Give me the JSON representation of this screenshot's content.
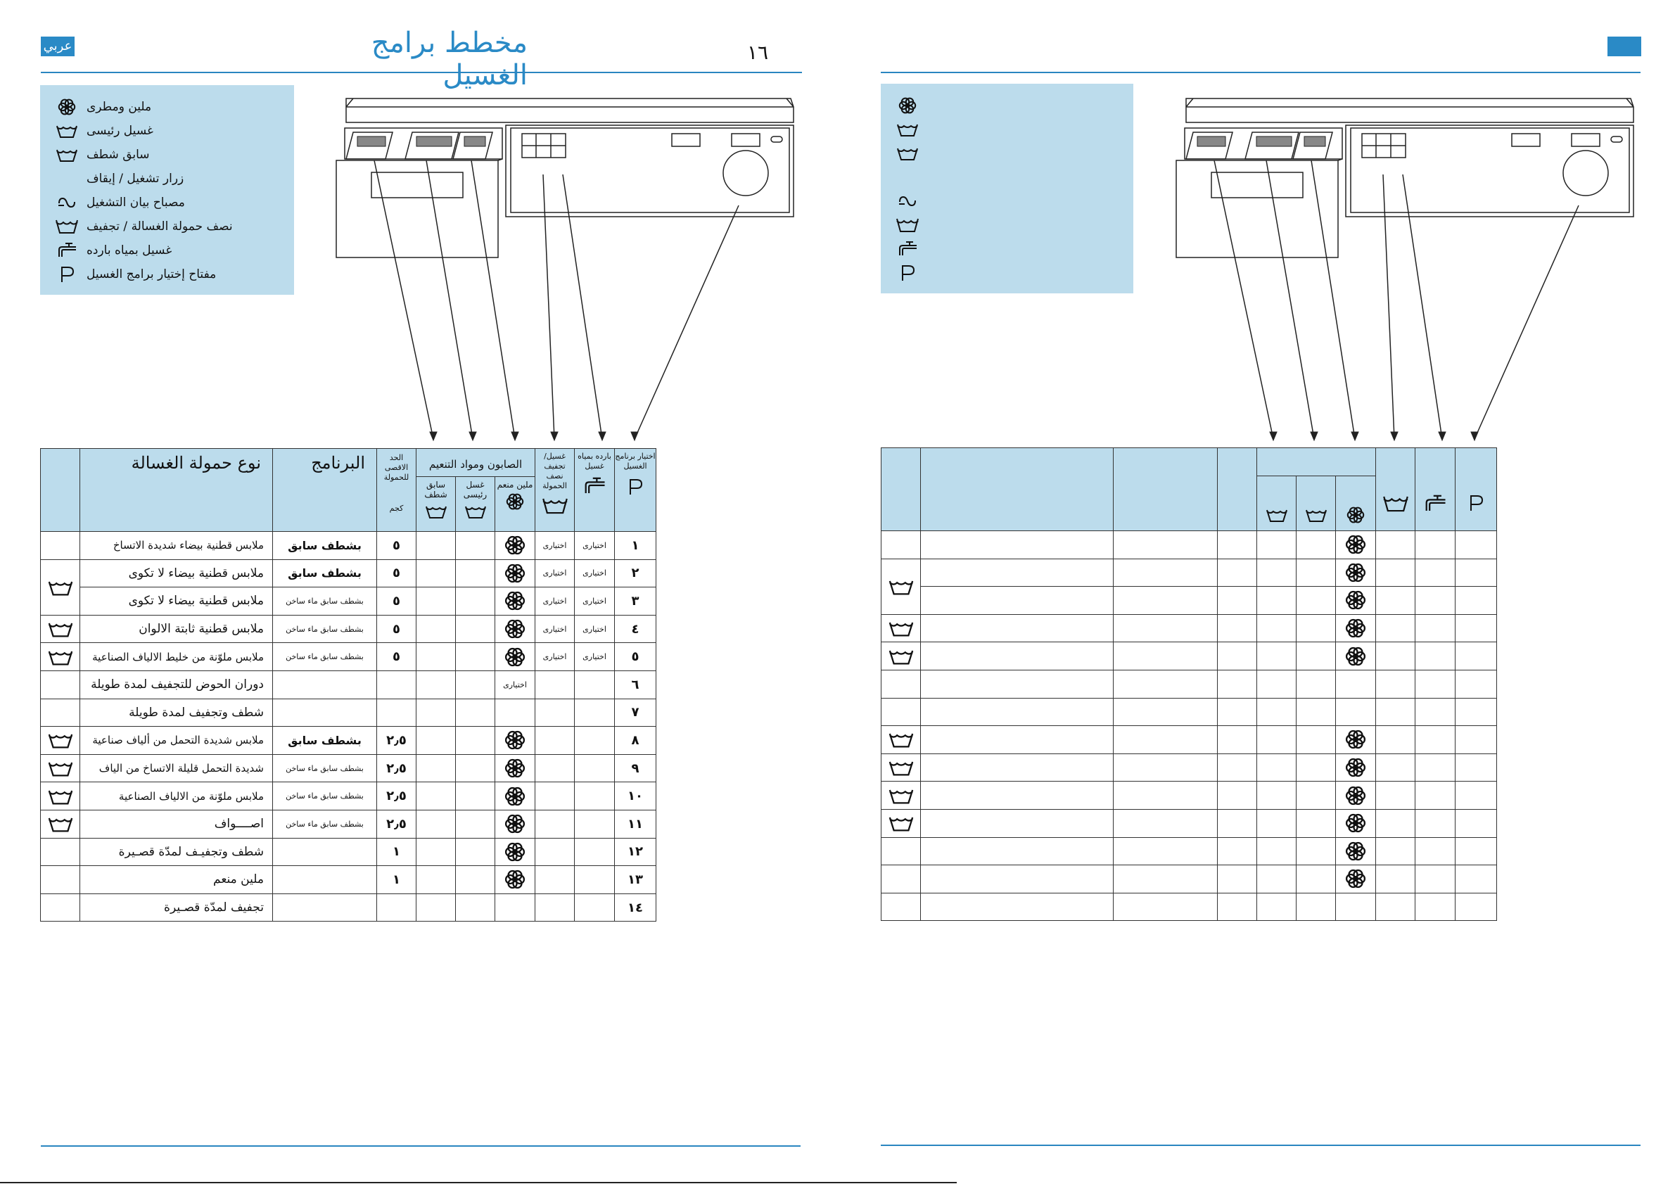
{
  "header": {
    "left_badge": "عربي",
    "title": "مخطط برامج الغسيل",
    "page_number": "١٦"
  },
  "legend": [
    {
      "icon": "softener-flower-icon",
      "label": "ملين ومطرى"
    },
    {
      "icon": "main-wash-tub-icon",
      "label": "غسيل رئيسى"
    },
    {
      "icon": "pre-wash-tub-icon",
      "label": "سابق شطف"
    },
    {
      "icon": "",
      "label": "زرار تشغيل / إيقاف"
    },
    {
      "icon": "power-lamp-icon",
      "label": "مصباح بيان التشغيل"
    },
    {
      "icon": "half-load-tub-icon",
      "label": "نصف حمولة الغسالة / تجفيف"
    },
    {
      "icon": "cold-water-tap-icon",
      "label": "غسيل بمياه بارده"
    },
    {
      "icon": "program-p-icon",
      "label": "مفتاح إختيار برامج الغسيل"
    }
  ],
  "table_header": {
    "load_type": "نوع حمولة الغسالة",
    "program": "البرنامج",
    "max_load": "الحد الاقصى للحمولة",
    "max_load_unit": "كجم",
    "detergents": "الصابون ومواد التنعيم",
    "prewash": "سابق شطف",
    "mainwash": "غسل رئيسى",
    "softener": "ملين منعم",
    "halfload": "غسيل/ تجفيف نصف الحمولة",
    "coldwash": "بارده بمياه غسيل",
    "select": "اختيار برنامج الغسيل",
    "p_symbol": "P"
  },
  "rows": [
    {
      "n": "١",
      "type": "ملابس قطنية بيضاء شديدة الاتساخ",
      "program": "بشطف سابق",
      "program_small": false,
      "load": "٥",
      "soft": true,
      "half": "اختيارى",
      "cold": "اختيارى",
      "care": false
    },
    {
      "n": "٢",
      "type": "ملابس قطنية بيضاء لا تكوى",
      "program": "بشطف سابق",
      "program_small": false,
      "load": "٥",
      "soft": true,
      "half": "اختيارى",
      "cold": "اختيارى",
      "care": true,
      "care_span": 2
    },
    {
      "n": "٣",
      "type": "ملابس قطنية بيضاء لا تكوى",
      "program": "بشطف سابق ماء ساخن",
      "program_small": true,
      "load": "٥",
      "soft": true,
      "half": "اختيارى",
      "cold": "اختيارى",
      "care": null
    },
    {
      "n": "٤",
      "type": "ملابس قطنية ثابتة الالوان",
      "program": "بشطف سابق ماء ساخن",
      "program_small": true,
      "load": "٥",
      "soft": true,
      "half": "اختيارى",
      "cold": "اختيارى",
      "care": true
    },
    {
      "n": "٥",
      "type": "ملابس ملوّنة من خليط الالياف الصناعية",
      "program": "بشطف سابق ماء ساخن",
      "program_small": true,
      "load": "٥",
      "soft": true,
      "half": "اختيارى",
      "cold": "اختيارى",
      "care": true
    },
    {
      "n": "٦",
      "type": "دوران الحوض للتجفيف لمدة طويلة",
      "program": "",
      "program_small": false,
      "load": "",
      "soft": false,
      "soft_text": "اختيارى",
      "half": "",
      "cold": "",
      "care": false
    },
    {
      "n": "٧",
      "type": "شطف وتجفيف لمدة طويلة",
      "program": "",
      "program_small": false,
      "load": "",
      "soft": false,
      "half": "",
      "cold": "",
      "care": false
    },
    {
      "n": "٨",
      "type": "ملابس شديدة التحمل من ألياف صناعية",
      "program": "بشطف سابق",
      "program_small": false,
      "load": "٢٫٥",
      "soft": true,
      "half": "",
      "cold": "",
      "care": true
    },
    {
      "n": "٩",
      "type": "شديدة التحمل قليلة الاتساخ من الياف",
      "program": "بشطف سابق ماء ساخن",
      "program_small": true,
      "load": "٢٫٥",
      "soft": true,
      "half": "",
      "cold": "",
      "care": true
    },
    {
      "n": "١٠",
      "type": "ملابس ملوّنة من الالياف الصناعية",
      "program": "بشطف سابق ماء ساخن",
      "program_small": true,
      "load": "٢٫٥",
      "soft": true,
      "half": "",
      "cold": "",
      "care": true
    },
    {
      "n": "١١",
      "type": "اصــــواف",
      "program": "بشطف سابق ماء ساخن",
      "program_small": true,
      "load": "٢٫٥",
      "soft": true,
      "half": "",
      "cold": "",
      "care": true
    },
    {
      "n": "١٢",
      "type": "شطف وتجفيـف لمدّة قصـيرة",
      "program": "",
      "program_small": false,
      "load": "١",
      "soft": true,
      "half": "",
      "cold": "",
      "care": false
    },
    {
      "n": "١٣",
      "type": "ملين منعم",
      "program": "",
      "program_small": false,
      "load": "١",
      "soft": true,
      "half": "",
      "cold": "",
      "care": false
    },
    {
      "n": "١٤",
      "type": "تجفيف لمدّة قصـيرة",
      "program": "",
      "program_small": false,
      "load": "",
      "soft": false,
      "half": "",
      "cold": "",
      "care": false
    }
  ],
  "colors": {
    "accent": "#2a8ac6",
    "legend_bg": "#bcdcec",
    "line": "#333333"
  }
}
